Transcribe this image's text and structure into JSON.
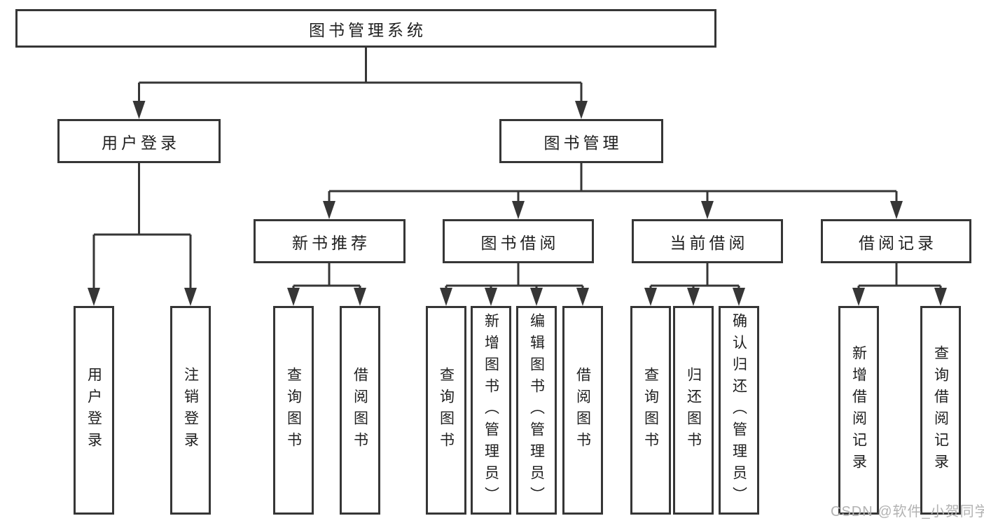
{
  "diagram_title": "图书管理系统",
  "nodes": {
    "root": "图书管理系统",
    "user_login": "用户登录",
    "book_management": "图书管理",
    "new_book_recommend": "新书推荐",
    "book_borrowing": "图书借阅",
    "current_borrowing": "当前借阅",
    "borrowing_records": "借阅记录",
    "leaf_user_login": "用户登录",
    "leaf_logout_login": "注销登录",
    "leaf_nbr_query_books": "查询图书",
    "leaf_nbr_borrow_books": "借阅图书",
    "leaf_bb_query_books": "查询图书",
    "leaf_bb_add_books_admin": "新增图书（管理员）",
    "leaf_bb_edit_books_admin": "编辑图书（管理员）",
    "leaf_bb_borrow_books": "借阅图书",
    "leaf_cb_query_books": "查询图书",
    "leaf_cb_return_books": "归还图书",
    "leaf_cb_confirm_return_admin": "确认归还（管理员）",
    "leaf_br_add_record": "新增借阅记录",
    "leaf_br_query_record": "查询借阅记录"
  },
  "hierarchy": {
    "root": [
      "user_login",
      "book_management"
    ],
    "user_login": [
      "leaf_user_login",
      "leaf_logout_login"
    ],
    "book_management": [
      "new_book_recommend",
      "book_borrowing",
      "current_borrowing",
      "borrowing_records"
    ],
    "new_book_recommend": [
      "leaf_nbr_query_books",
      "leaf_nbr_borrow_books"
    ],
    "book_borrowing": [
      "leaf_bb_query_books",
      "leaf_bb_add_books_admin",
      "leaf_bb_edit_books_admin",
      "leaf_bb_borrow_books"
    ],
    "current_borrowing": [
      "leaf_cb_query_books",
      "leaf_cb_return_books",
      "leaf_cb_confirm_return_admin"
    ],
    "borrowing_records": [
      "leaf_br_add_record",
      "leaf_br_query_record"
    ]
  },
  "watermark": "CSDN @软件_小贺同学",
  "colors": {
    "background": "#ffffff",
    "line": "#363636",
    "box_border": "#363636",
    "text": "#1f1f1f",
    "watermark": "#b2b2b2"
  }
}
